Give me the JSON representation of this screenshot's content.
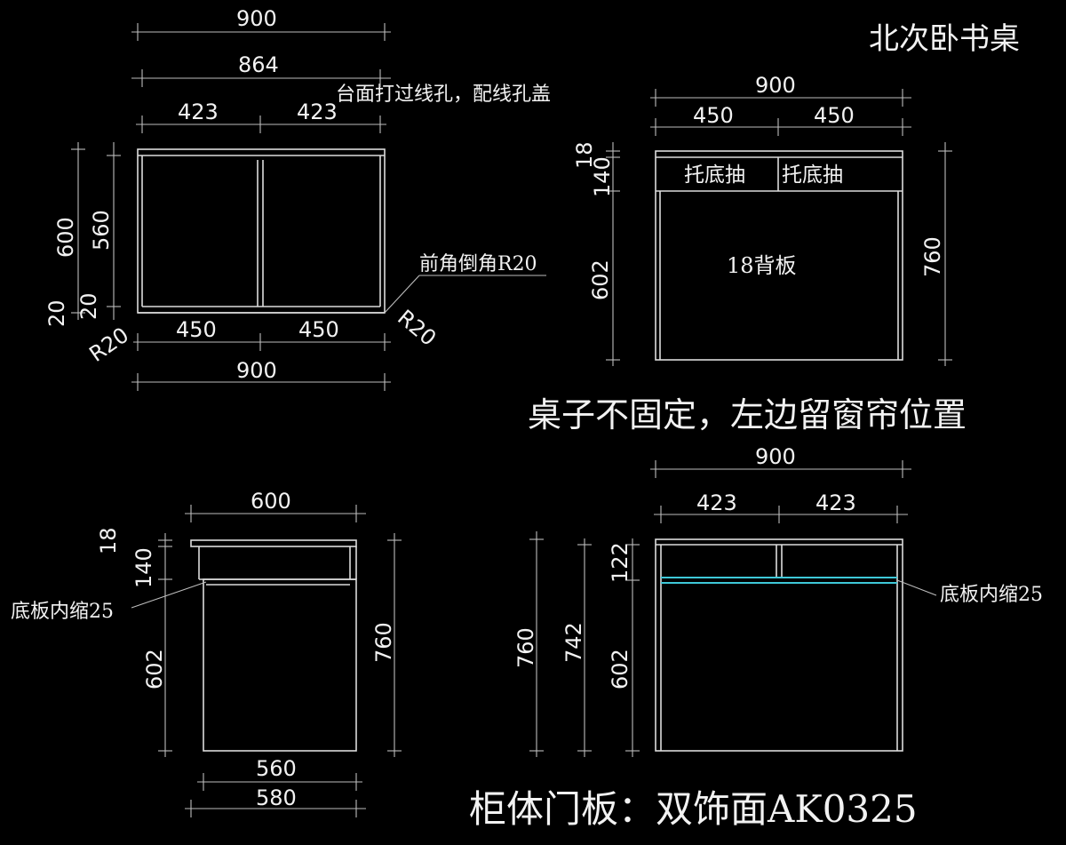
{
  "title": "北次卧书桌",
  "notes": {
    "cable_hole": "台面打过线孔，配线孔盖",
    "corner_chamfer": "前角倒角R20",
    "placement": "桌子不固定，左边留窗帘位置",
    "material": "柜体门板：双饰面AK0325",
    "bottom_inset_left": "底板内缩25",
    "bottom_inset_right": "底板内缩25"
  },
  "plan_view": {
    "dim_total_top": "900",
    "dim_inner_top": "864",
    "dim_half_left": "423",
    "dim_half_right": "423",
    "dim_depth": "600",
    "dim_inner_depth": "560",
    "dim_edge_a": "20",
    "dim_edge_b": "20",
    "dim_bottom_left": "450",
    "dim_bottom_right": "450",
    "dim_total_bottom": "900",
    "radius_left": "R20",
    "radius_right": "R20"
  },
  "front_view": {
    "dim_total": "900",
    "dim_left": "450",
    "dim_right": "450",
    "dim_top_thickness": "18",
    "dim_drawer": "140",
    "dim_lower": "602",
    "dim_height": "760",
    "drawer_left_label": "托底抽",
    "drawer_right_label": "托底抽",
    "back_panel_label": "18背板"
  },
  "side_view": {
    "dim_depth_top": "600",
    "dim_top_thickness": "18",
    "dim_drawer": "140",
    "dim_lower": "602",
    "dim_height": "760",
    "dim_bottom_inner": "560",
    "dim_bottom_outer": "580"
  },
  "back_view": {
    "dim_total": "900",
    "dim_left": "423",
    "dim_right": "423",
    "dim_upper": "122",
    "dim_lower": "602",
    "dim_height_outer": "760",
    "dim_height_inner": "742"
  }
}
